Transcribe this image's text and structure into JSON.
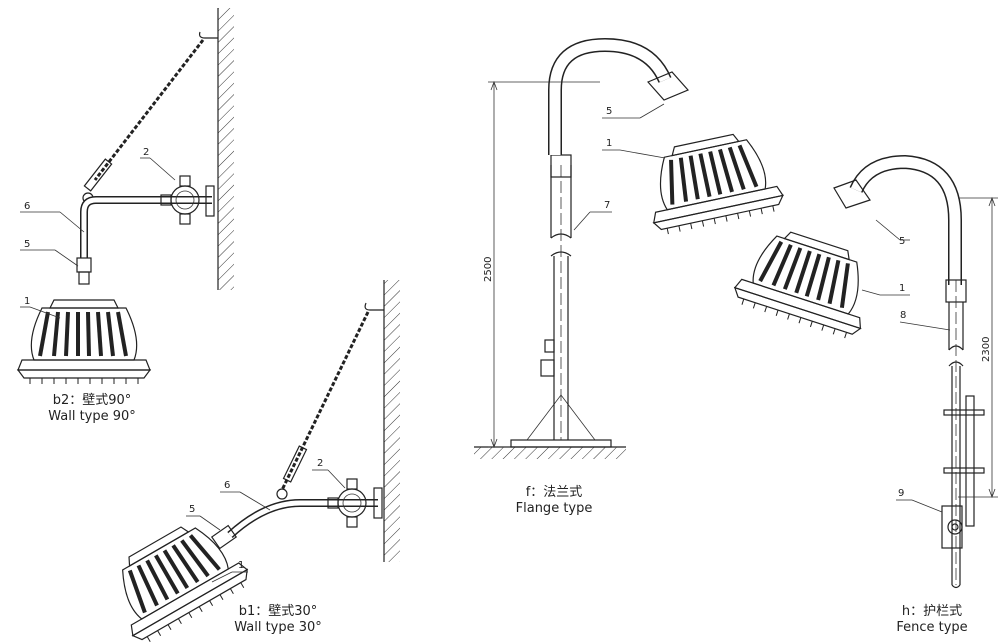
{
  "captions": {
    "b2": {
      "cn": "b2：壁式90°",
      "en": "Wall type 90°"
    },
    "b1": {
      "cn": "b1：壁式30°",
      "en": "Wall type 30°"
    },
    "f": {
      "cn": "f：法兰式",
      "en": "Flange type"
    },
    "h": {
      "cn": "h：护栏式",
      "en": "Fence type"
    }
  },
  "part_labels": {
    "b2": [
      "2",
      "6",
      "5",
      "1"
    ],
    "b1": [
      "2",
      "6",
      "5",
      "1"
    ],
    "f": [
      "5",
      "1",
      "7"
    ],
    "h": [
      "5",
      "1",
      "8",
      "9"
    ]
  },
  "dimensions": {
    "f_height": "2500",
    "h_height": "2300"
  }
}
